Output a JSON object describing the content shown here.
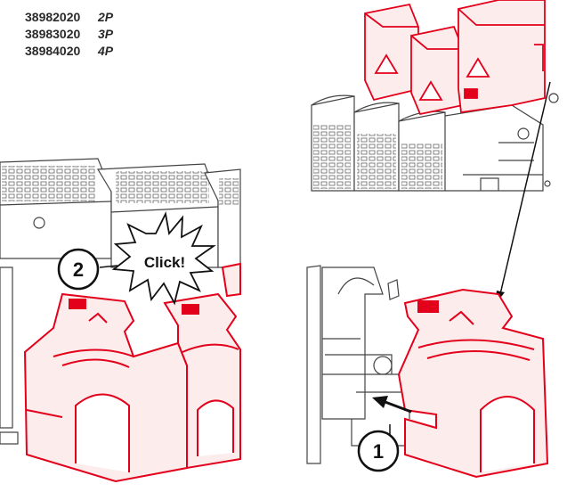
{
  "parts": [
    {
      "code": "38982020",
      "poles": "2P"
    },
    {
      "code": "38983020",
      "poles": "3P"
    },
    {
      "code": "38984020",
      "poles": "4P"
    }
  ],
  "callouts": {
    "click": "Click!",
    "step1": "1",
    "step2": "2"
  },
  "colors": {
    "accent": "#e3001b",
    "accent_fill": "#fdecec",
    "line": "#333333"
  },
  "icons": [
    "warning-triangle-icon",
    "lightning-bolt-icon"
  ]
}
